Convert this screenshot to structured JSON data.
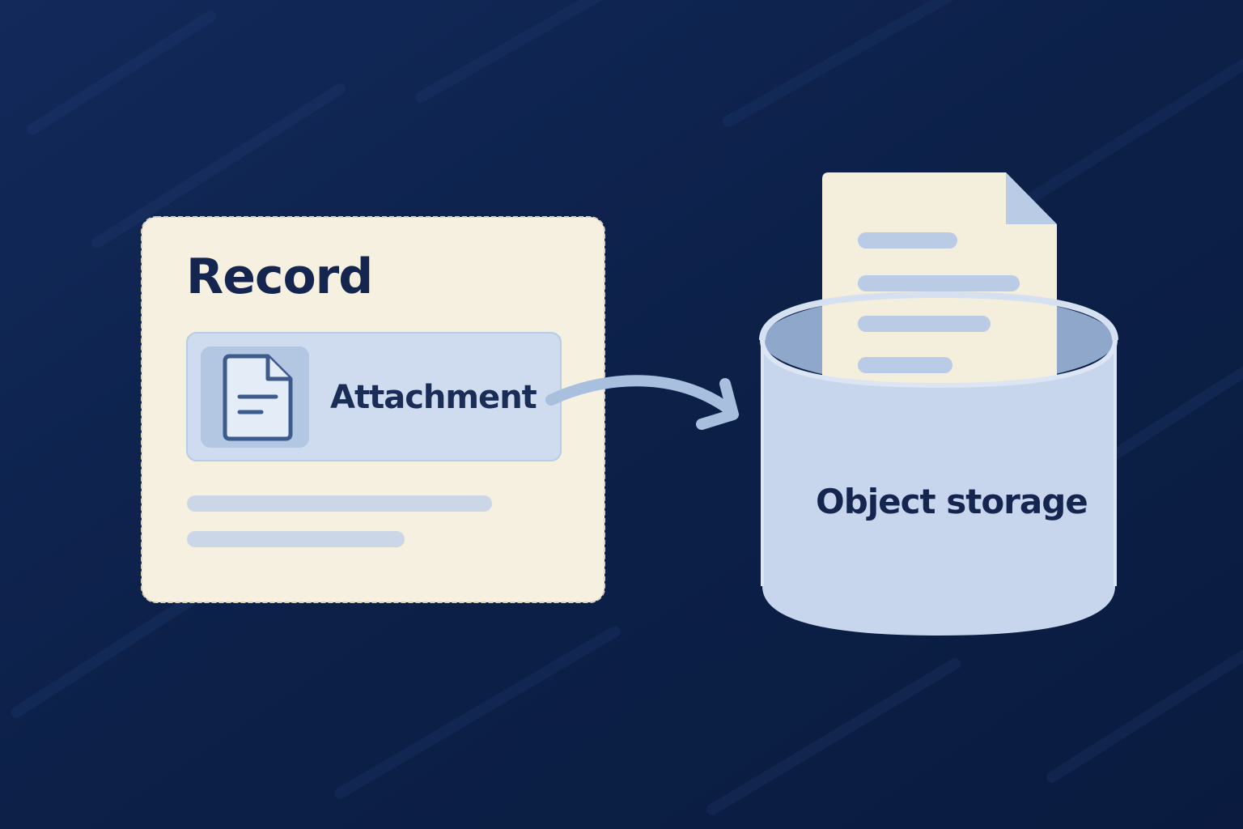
{
  "diagram": {
    "record": {
      "title": "Record",
      "attachment_label": "Attachment"
    },
    "storage": {
      "label": "Object storage"
    }
  },
  "colors": {
    "background": "#0d2249",
    "card_cream": "#f6f0e1",
    "attachment_fill": "#cfdcef",
    "accent_blue": "#a9bfde",
    "storage_blue": "#c7d6ec",
    "text_navy": "#14264f",
    "icon_navy": "#3c5a8c"
  },
  "icons": [
    "document-icon",
    "arrow-right-icon",
    "database-cylinder-icon",
    "stored-document-icon"
  ]
}
